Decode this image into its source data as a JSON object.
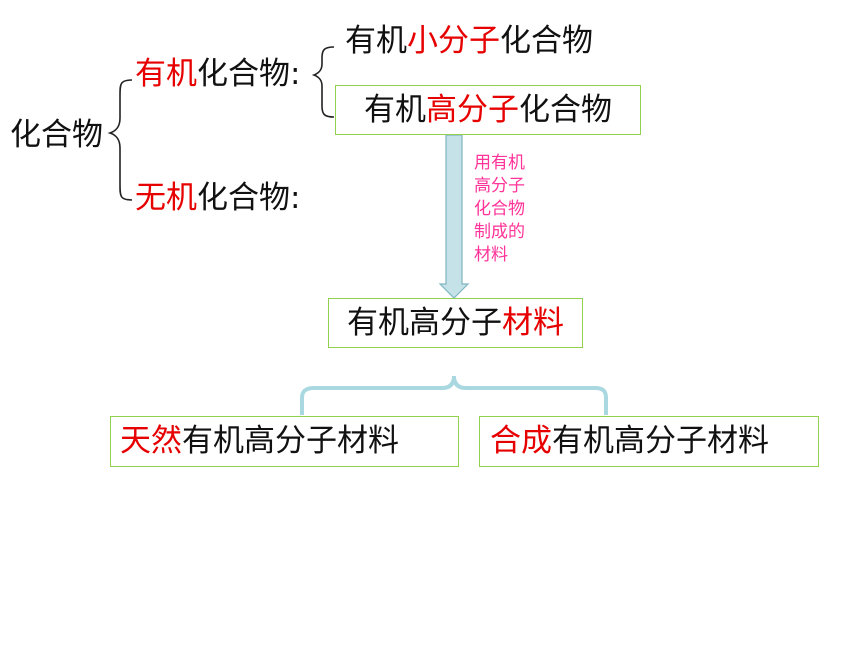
{
  "root": {
    "label": "化合物"
  },
  "organic": {
    "highlight": "有机",
    "rest": "化合物:"
  },
  "inorganic": {
    "highlight": "无机",
    "rest": "化合物:"
  },
  "small_molecule": {
    "pre": "有机",
    "highlight": "小分子",
    "post": "化合物"
  },
  "polymer": {
    "pre": "有机",
    "highlight": "高分子",
    "post": "化合物"
  },
  "arrow_note": "用有机\n高分子\n化合物\n制成的\n材料",
  "material": {
    "pre": "有机高分子",
    "highlight": "材料"
  },
  "natural": {
    "highlight": "天然",
    "rest": "有机高分子材料"
  },
  "synthetic": {
    "highlight": "合成",
    "rest": "有机高分子材料"
  },
  "colors": {
    "highlight": "#e60000",
    "note": "#ff3399",
    "box_border": "#92d050",
    "arrow_fill": "#c5e2e8",
    "arrow_stroke": "#7fb5c2",
    "bracket": "#a9d8e0"
  }
}
